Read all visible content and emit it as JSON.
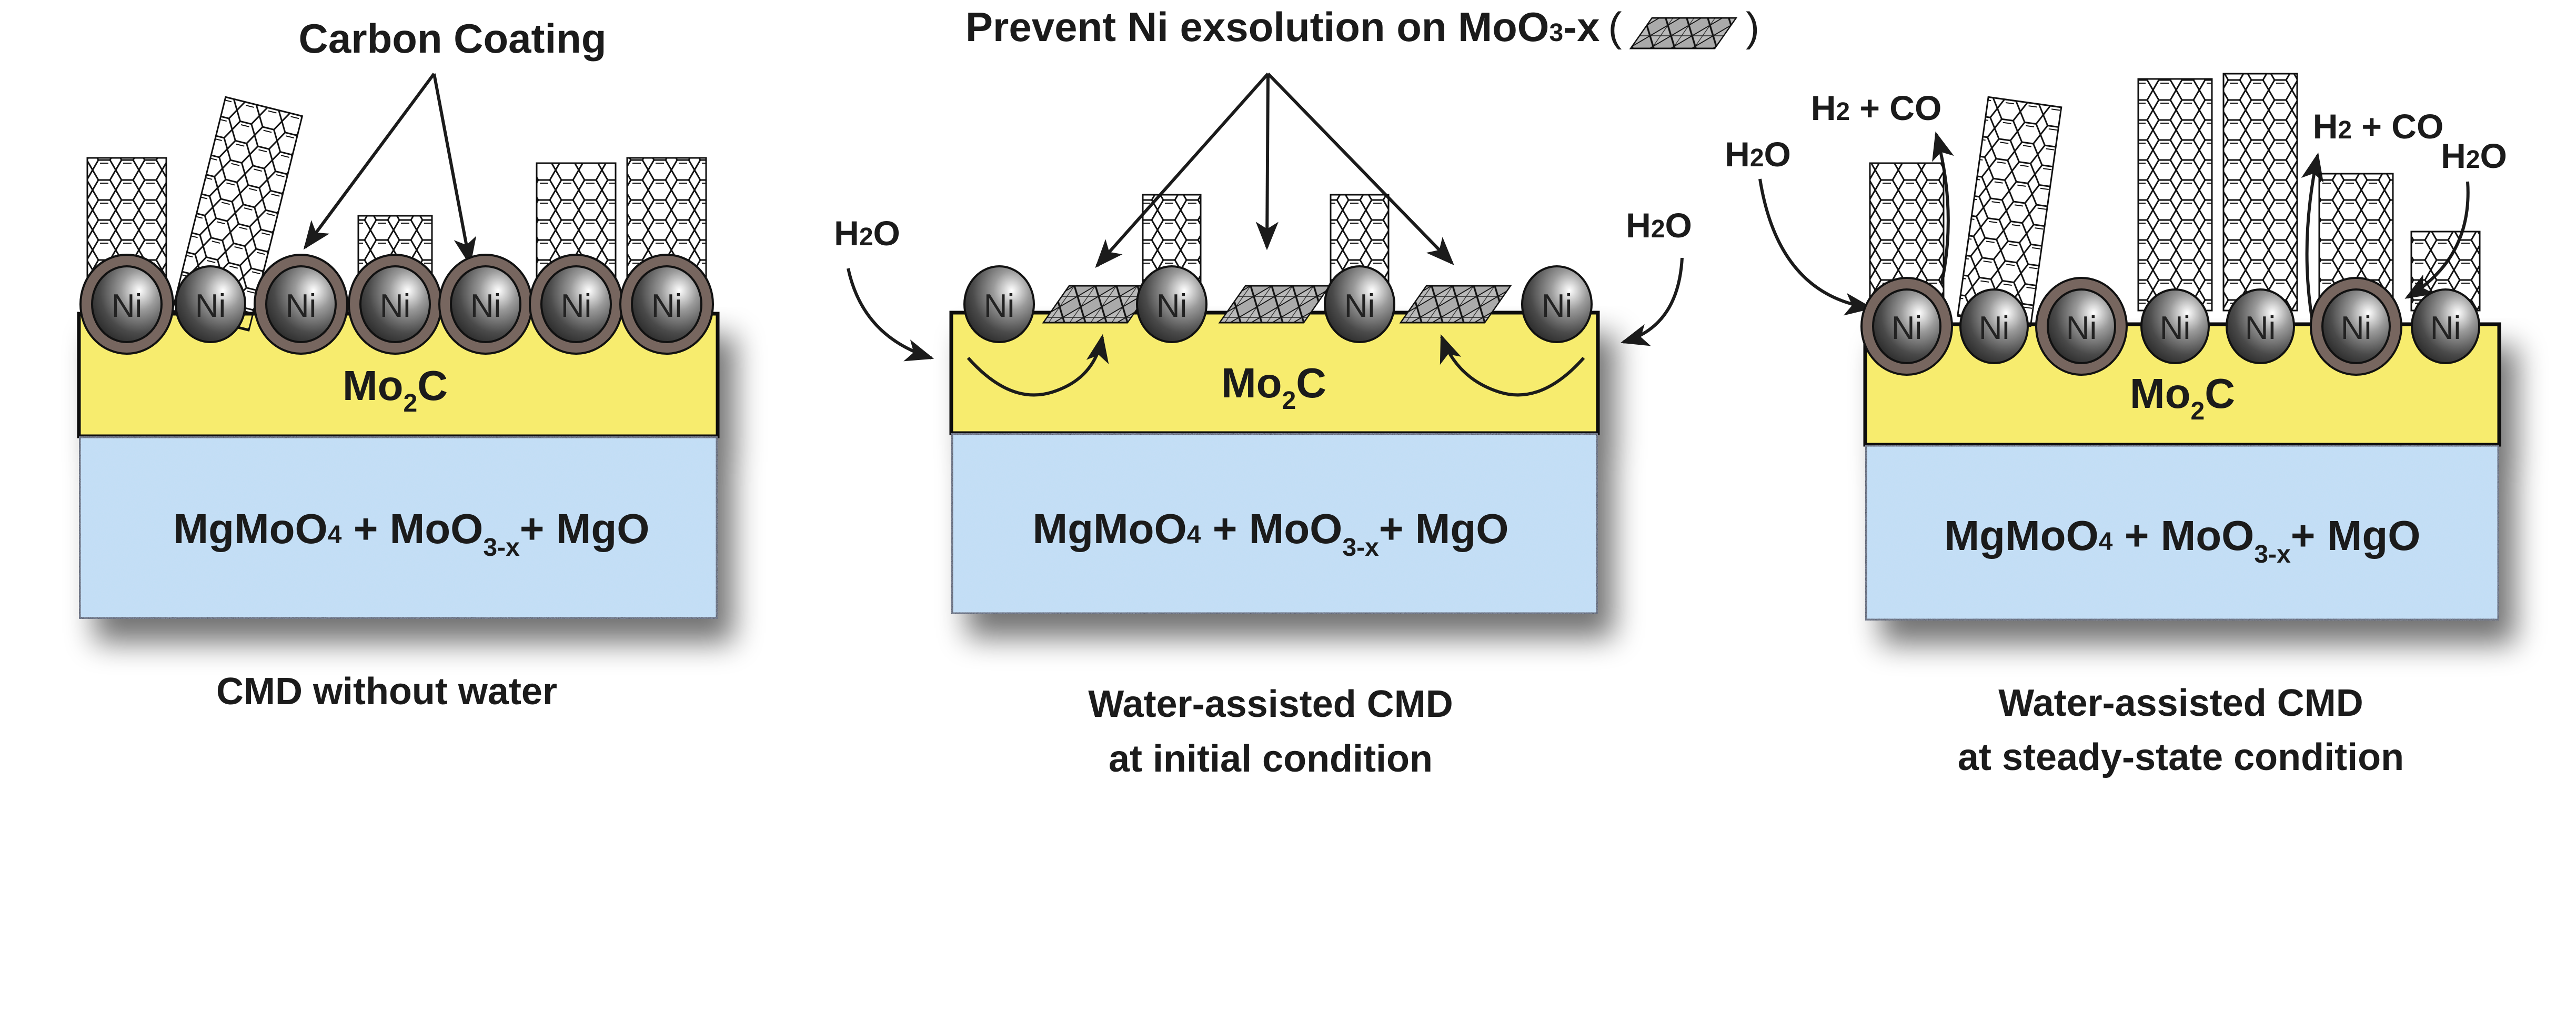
{
  "figure": {
    "description": "Schematic of Ni-Mo2C catalyst in CMD with and without water",
    "colors": {
      "mo2c_layer": "#f7ec6e",
      "support_layer": "#bfe0f5",
      "carbon_coating": "#77665f",
      "ni_particle_dark": "#3a3a3a",
      "ni_particle_light": "#ffffff",
      "moo3_polyhedra": "#a9a9a9",
      "outline": "#111111"
    }
  },
  "panels": [
    {
      "id": "left",
      "header": {
        "text": "Carbon Coating"
      },
      "layers": {
        "top": {
          "main": "Mo",
          "sub": "2",
          "tail": "C"
        },
        "bottom": {
          "part1": "MgMoO",
          "part1_sub": "4",
          "part2": " + MoO",
          "part2_sub": "3-x",
          "part3": "+ MgO"
        }
      },
      "particle_label": "Ni",
      "particle_count": 7,
      "caption": [
        "CMD without water"
      ]
    },
    {
      "id": "middle",
      "header": {
        "text": "Prevent Ni exsolution on MoO",
        "sub": "3",
        "tail": "-x",
        "open_paren": "(",
        "close_paren": ")"
      },
      "side_labels": [
        {
          "main": "H",
          "sub": "2",
          "tail": "O"
        },
        {
          "main": "H",
          "sub": "2",
          "tail": "O"
        }
      ],
      "layers": {
        "top": {
          "main": "Mo",
          "sub": "2",
          "tail": "C"
        },
        "bottom": {
          "part1": "MgMoO",
          "part1_sub": "4",
          "part2": " + MoO",
          "part2_sub": "3-x",
          "part3": "+ MgO"
        }
      },
      "particle_label": "Ni",
      "particle_count": 4,
      "caption": [
        "Water-assisted CMD",
        "at initial condition"
      ]
    },
    {
      "id": "right",
      "side_labels": [
        {
          "main": "H",
          "sub": "2",
          "tail": " + CO"
        },
        {
          "main": "H",
          "sub": "2",
          "tail": "O"
        },
        {
          "main": "H",
          "sub": "2",
          "tail": " + CO"
        },
        {
          "main": "H",
          "sub": "2",
          "tail": "O"
        }
      ],
      "layers": {
        "top": {
          "main": "Mo",
          "sub": "2",
          "tail": "C"
        },
        "bottom": {
          "part1": "MgMoO",
          "part1_sub": "4",
          "part2": " + MoO",
          "part2_sub": "3-x",
          "part3": "+ MgO"
        }
      },
      "particle_label": "Ni",
      "particle_count": 7,
      "caption": [
        "Water-assisted CMD",
        "at steady-state condition"
      ]
    }
  ]
}
